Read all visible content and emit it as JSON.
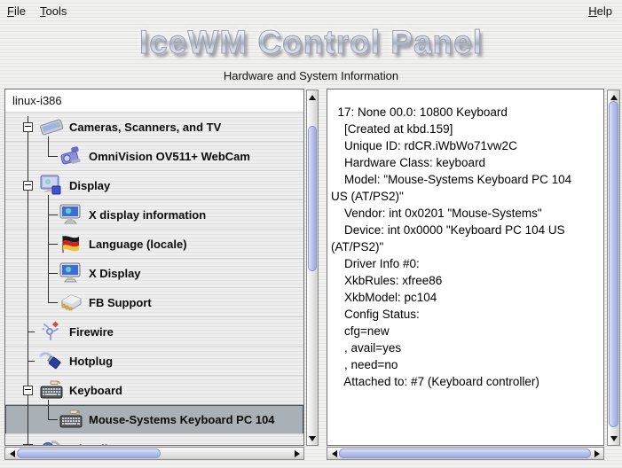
{
  "menu": {
    "file": "File",
    "tools": "Tools",
    "help": "Help"
  },
  "header": {
    "title": "IceWM Control Panel",
    "subtitle": "Hardware and System Information"
  },
  "tree": {
    "root": "linux-i386",
    "items": [
      {
        "label": "Cameras, Scanners, and TV",
        "icon": "scanner-icon",
        "expandable": true
      },
      {
        "label": "OmniVision OV511+ WebCam",
        "icon": "webcam-icon"
      },
      {
        "label": "Display",
        "icon": "display-icon",
        "expandable": true
      },
      {
        "label": "X display information",
        "icon": "monitor-icon"
      },
      {
        "label": "Language (locale)",
        "icon": "german-flag-icon"
      },
      {
        "label": "X Display",
        "icon": "monitor-icon"
      },
      {
        "label": "FB Support",
        "icon": "framebuffer-chip-icon"
      },
      {
        "label": "Firewire",
        "icon": "firewire-icon"
      },
      {
        "label": "Hotplug",
        "icon": "usb-plug-icon"
      },
      {
        "label": "Keyboard",
        "icon": "keyboard-icon",
        "expandable": true
      },
      {
        "label": "Mouse-Systems Keyboard PC 104",
        "icon": "keyboard-icon",
        "selected": true
      },
      {
        "label": "Miscellaneous",
        "icon": "miscellaneous-icon",
        "expandable": true
      }
    ]
  },
  "details": {
    "lines": [
      "  17: None 00.0: 10800 Keyboard",
      "    [Created at kbd.159]",
      "    Unique ID: rdCR.iWbWo71vw2C",
      "    Hardware Class: keyboard",
      "    Model: \"Mouse-Systems Keyboard PC 104",
      "US (AT/PS2)\"",
      "    Vendor: int 0x0201 \"Mouse-Systems\"",
      "    Device: int 0x0000 \"Keyboard PC 104 US",
      "(AT/PS2)\"",
      "    Driver Info #0:",
      "    XkbRules: xfree86",
      "    XkbModel: pc104",
      "    Config Status:",
      "    cfg=new",
      "    , avail=yes",
      "    , need=no",
      "    Attached to: #7 (Keyboard controller)"
    ]
  },
  "colors": {
    "selection_bg": "#a9b1b6",
    "scrollbar_thumb": "#b9c4ec",
    "pane_border": "#747474"
  }
}
